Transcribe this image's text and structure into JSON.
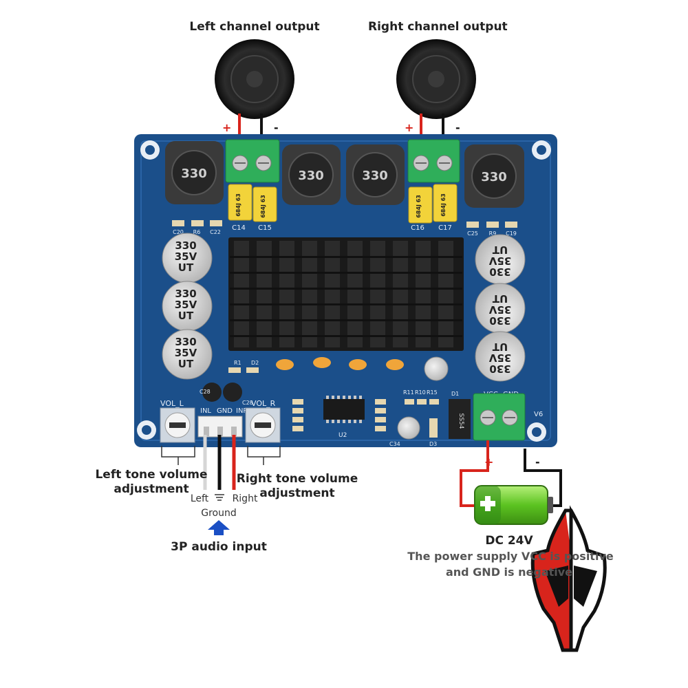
{
  "labels": {
    "left_channel_output": "Left channel output",
    "right_channel_output": "Right channel output",
    "left_tone_line1": "Left tone volume",
    "left_tone_line2": "adjustment",
    "right_tone_line1": "Right tone volume",
    "right_tone_line2": "adjustment",
    "input_left": "Left",
    "input_right": "Right",
    "ground": "Ground",
    "audio_input": "3P audio input",
    "dc_voltage": "DC 24V",
    "power_note_line1": "The power supply VCC is positive",
    "power_note_line2": "and GND is negative",
    "plus": "+",
    "minus": "-"
  },
  "board": {
    "silk": {
      "vol_l": "VOL_L",
      "vol_r": "VOL_R",
      "inl": "INL",
      "gnd": "GND",
      "inr": "INR",
      "vcc": "VCC",
      "gnd_pwr": "GND",
      "version": "V6",
      "c14": "C14",
      "c15": "C15",
      "c16": "C16",
      "c17": "C17",
      "c20": "C20",
      "r6": "R6",
      "c22": "C22",
      "c25": "C25",
      "r9": "R9",
      "c19": "C19",
      "r1": "R1",
      "d2": "D2",
      "c28": "C28",
      "c34": "C34",
      "u2": "U2",
      "d1": "D1",
      "d3": "D3",
      "r11": "R11",
      "r10": "R10",
      "r15": "R15"
    },
    "inductor_marking": "330",
    "film_cap_marking": "684J 63",
    "cap_line1": "330",
    "cap_line2": "35V",
    "cap_line3": "UT",
    "diode_marking": "SS54"
  },
  "colors": {
    "board": "#1b4f8a",
    "heatsink": "#1a1a1a",
    "terminal": "#2fae5a",
    "positive_wire": "#d8241c",
    "negative_wire": "#111111",
    "battery": "#6ccc2a",
    "arrow": "#1a4fc4",
    "logo_red": "#d8241c"
  },
  "icons": [
    "speaker-icon",
    "battery-icon",
    "ground-symbol-icon",
    "up-arrow-icon",
    "spartan-helmet-logo"
  ]
}
